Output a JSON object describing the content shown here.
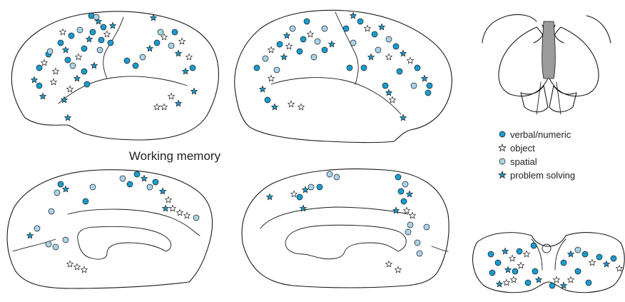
{
  "figure": {
    "title": "Working memory",
    "legend": [
      {
        "label": "verbal/numeric",
        "marker": "circle",
        "color": "#1a9ccf"
      },
      {
        "label": "object",
        "marker": "star",
        "color": "#ffffff"
      },
      {
        "label": "spatial",
        "marker": "circle",
        "color": "#a9d4ea"
      },
      {
        "label": "problem solving",
        "marker": "star",
        "color": "#1a9ccf"
      }
    ],
    "panels": [
      "left-lateral",
      "right-lateral",
      "left-medial",
      "right-medial",
      "coronal-thalamus",
      "cerebellum"
    ]
  }
}
